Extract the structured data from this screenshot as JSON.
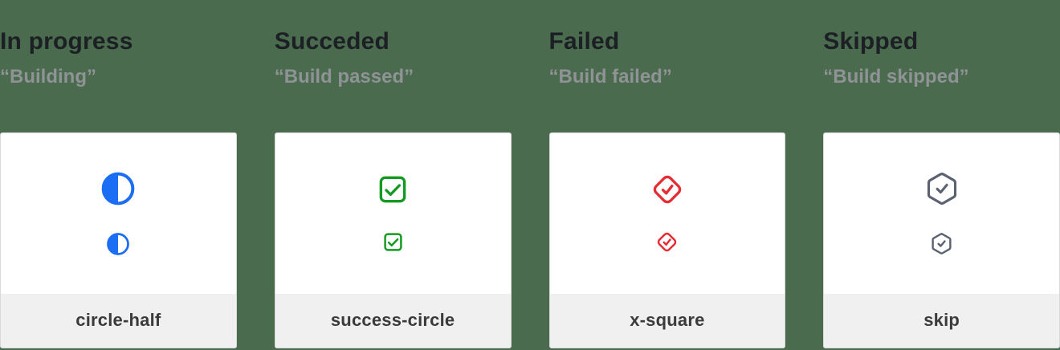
{
  "page": {
    "background_color": "#4A6B4E",
    "card_background": "#FFFFFF",
    "card_border_color": "#D9D9D9",
    "footer_background": "#F0F0F0"
  },
  "columns": [
    {
      "title": "In progress",
      "subtitle": "“Building”",
      "icon": "circle-half-icon",
      "icon_color": "#1B6EF3",
      "label": "circle-half"
    },
    {
      "title": "Succeded",
      "subtitle": "“Build passed”",
      "icon": "check-square-icon",
      "icon_color": "#149A21",
      "label": "success-circle"
    },
    {
      "title": "Failed",
      "subtitle": "“Build failed”",
      "icon": "check-diamond-icon",
      "icon_color": "#E52D33",
      "label": "x-square"
    },
    {
      "title": "Skipped",
      "subtitle": "“Build skipped”",
      "icon": "check-hexagon-icon",
      "icon_color": "#5A6170",
      "label": "skip"
    }
  ]
}
